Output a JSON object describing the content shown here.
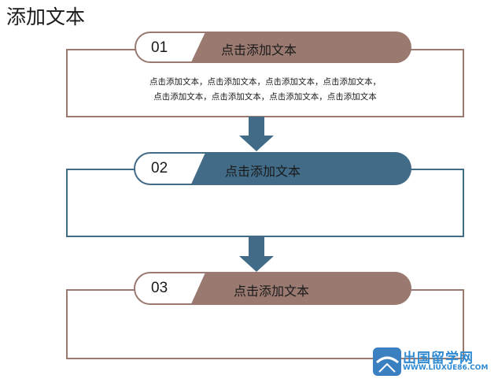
{
  "title": "添加文本",
  "colors": {
    "brown": "#9a7a70",
    "blue": "#416b87"
  },
  "steps": [
    {
      "number": "01",
      "title": "点击添加文本",
      "color": "#9a7a70",
      "body_lines": [
        "点击添加文本，点击添加文本，点击添加文本，点击添加文本，",
        "点击添加文本，点击添加文本，点击添加文本，点击添加文本"
      ]
    },
    {
      "number": "02",
      "title": "点击添加文本",
      "color": "#416b87"
    },
    {
      "number": "03",
      "title": "点击添加文本",
      "color": "#9a7a70"
    }
  ],
  "watermark": {
    "name": "出国留学网",
    "url": "WWW.LIUXUE86.COM"
  }
}
